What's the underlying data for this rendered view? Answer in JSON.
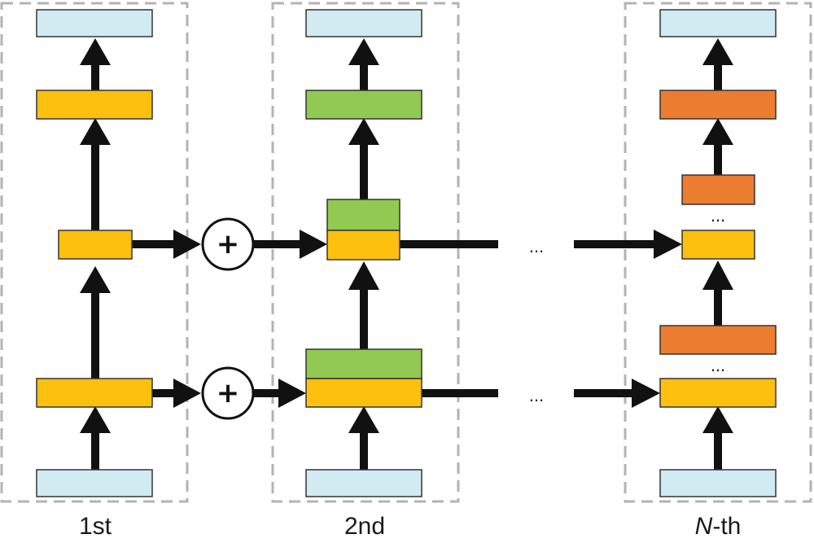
{
  "panels": [
    {
      "label": "1st"
    },
    {
      "label": "2nd"
    },
    {
      "label_italic": "N",
      "label_rest": "-th"
    }
  ],
  "operators": {
    "plus": "+"
  },
  "ellipsis": "...",
  "colors": {
    "input": "#d2ebf3",
    "yellow": "#fdc00f",
    "green": "#92c953",
    "orange": "#ec7c30",
    "border": "#333333",
    "arrow": "#111111",
    "panel_dash": "#b3b3b3"
  }
}
